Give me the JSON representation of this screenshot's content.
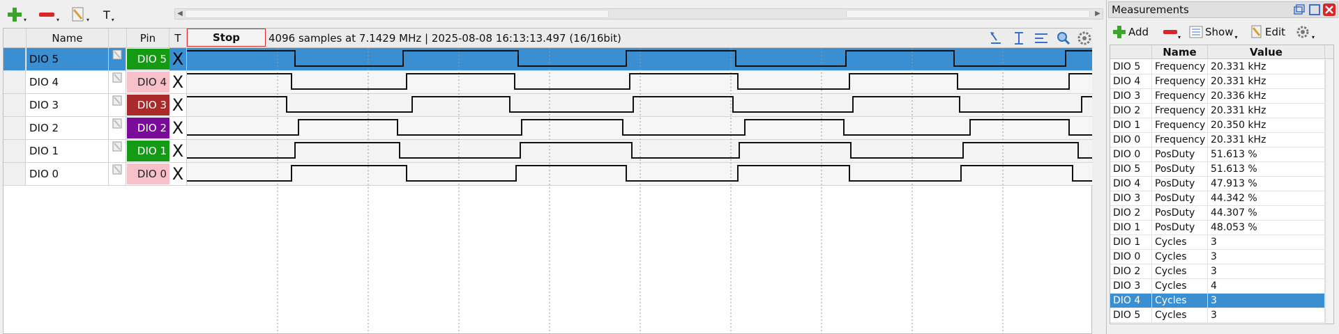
{
  "toolbar": {
    "text_tool_label": "T"
  },
  "signals_header": {
    "name": "Name",
    "pin": "Pin",
    "trigger": "T",
    "stop_label": "Stop",
    "capture_info": "4096 samples at 7.1429 MHz | 2025-08-08 16:13:13.497 (16/16bit)"
  },
  "signals": [
    {
      "name": "DIO  5",
      "pin": "DIO  5",
      "trigger": "X",
      "pin_color": "#149a14",
      "pin_text": "#ffffff",
      "selected": true
    },
    {
      "name": "DIO  4",
      "pin": "DIO  4",
      "trigger": "X",
      "pin_color": "#f8c0c8",
      "pin_text": "#222222",
      "selected": false
    },
    {
      "name": "DIO  3",
      "pin": "DIO  3",
      "trigger": "X",
      "pin_color": "#a82a2a",
      "pin_text": "#ffffff",
      "selected": false
    },
    {
      "name": "DIO  2",
      "pin": "DIO  2",
      "trigger": "X",
      "pin_color": "#7a0a9a",
      "pin_text": "#ffffff",
      "selected": false
    },
    {
      "name": "DIO  1",
      "pin": "DIO  1",
      "trigger": "X",
      "pin_color": "#149a14",
      "pin_text": "#ffffff",
      "selected": false
    },
    {
      "name": "DIO  0",
      "pin": "DIO  0",
      "trigger": "X",
      "pin_color": "#f8c0c8",
      "pin_text": "#222222",
      "selected": false
    }
  ],
  "measurements": {
    "title": "Measurements",
    "add_label": "Add",
    "show_label": "Show",
    "edit_label": "Edit",
    "columns": [
      "Name",
      "Value"
    ],
    "rows": [
      {
        "channel": "DIO  5",
        "name": "Frequency",
        "value": "20.331 kHz"
      },
      {
        "channel": "DIO  4",
        "name": "Frequency",
        "value": "20.331 kHz"
      },
      {
        "channel": "DIO  3",
        "name": "Frequency",
        "value": "20.336 kHz"
      },
      {
        "channel": "DIO  2",
        "name": "Frequency",
        "value": "20.331 kHz"
      },
      {
        "channel": "DIO  1",
        "name": "Frequency",
        "value": "20.350 kHz"
      },
      {
        "channel": "DIO  0",
        "name": "Frequency",
        "value": "20.331 kHz"
      },
      {
        "channel": "DIO  0",
        "name": "PosDuty",
        "value": "51.613 %"
      },
      {
        "channel": "DIO  5",
        "name": "PosDuty",
        "value": "51.613 %"
      },
      {
        "channel": "DIO  4",
        "name": "PosDuty",
        "value": "47.913 %"
      },
      {
        "channel": "DIO  3",
        "name": "PosDuty",
        "value": "44.342 %"
      },
      {
        "channel": "DIO  2",
        "name": "PosDuty",
        "value": "44.307 %"
      },
      {
        "channel": "DIO  1",
        "name": "PosDuty",
        "value": "48.053 %"
      },
      {
        "channel": "DIO  1",
        "name": "Cycles",
        "value": "3"
      },
      {
        "channel": "DIO  0",
        "name": "Cycles",
        "value": "3"
      },
      {
        "channel": "DIO  2",
        "name": "Cycles",
        "value": "3"
      },
      {
        "channel": "DIO  3",
        "name": "Cycles",
        "value": "4"
      },
      {
        "channel": "DIO  4",
        "name": "Cycles",
        "value": "3",
        "selected": true
      },
      {
        "channel": "DIO  5",
        "name": "Cycles",
        "value": "3"
      }
    ]
  },
  "colors": {
    "selection": "#3a8fd2",
    "stop_border": "#e02a2a",
    "wave_line": "#111111"
  }
}
